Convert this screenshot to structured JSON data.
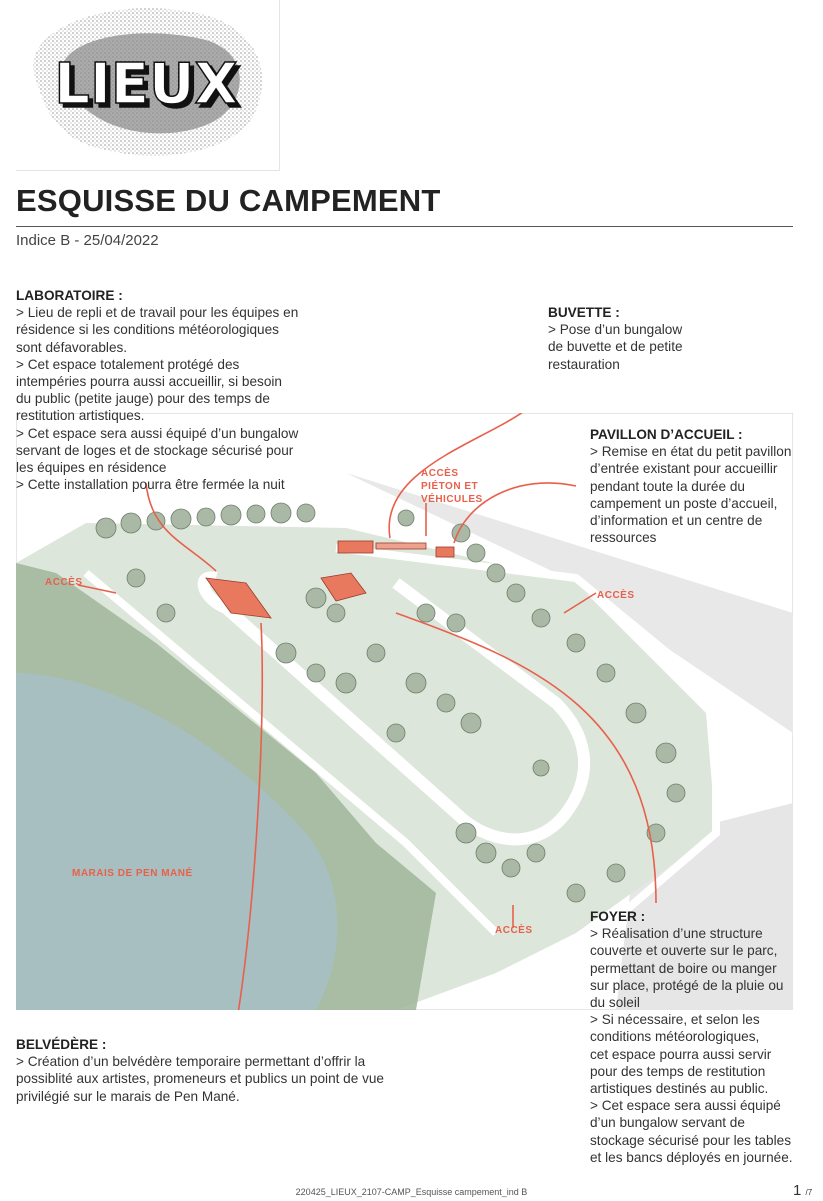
{
  "logo": {
    "text": "LIEUX"
  },
  "header": {
    "title": "ESQUISSE DU CAMPEMENT",
    "subtitle": "Indice B - 25/04/2022"
  },
  "blocks": {
    "laboratoire": {
      "title": "LABORATOIRE :",
      "lines": [
        "> Lieu de repli et de travail pour les équipes en",
        "résidence si les conditions météorologiques",
        "sont défavorables.",
        "> Cet espace totalement protégé des",
        "intempéries pourra aussi accueillir, si besoin",
        "du public (petite jauge) pour des temps de",
        "restitution artistiques.",
        "> Cet espace sera aussi équipé d’un bungalow",
        "servant de loges et de stockage sécurisé pour",
        "les équipes en résidence",
        "> Cette installation pourra être fermée la nuit"
      ]
    },
    "buvette": {
      "title": "BUVETTE :",
      "lines": [
        "> Pose d’un bungalow",
        "de buvette et de petite",
        "restauration"
      ]
    },
    "pavillon": {
      "title": "PAVILLON D’ACCUEIL :",
      "lines": [
        "> Remise en état du petit pavillon",
        "d’entrée existant pour accueillir",
        "pendant toute la durée du",
        "campement un poste d’accueil,",
        "d’information et un centre de",
        "ressources"
      ]
    },
    "foyer": {
      "title": "FOYER :",
      "lines": [
        "> Réalisation d’une structure",
        "couverte et ouverte sur le parc,",
        "permettant de boire ou manger",
        "sur place, protégé de la pluie ou",
        "du soleil",
        "> Si nécessaire, et selon les",
        "conditions météorologiques,",
        "cet espace pourra aussi servir",
        "pour des temps de restitution",
        "artistiques destinés au public.",
        "> Cet espace sera aussi équipé",
        "d’un bungalow servant de",
        "stockage sécurisé pour les tables",
        "et les bancs déployés en journée."
      ]
    },
    "belvedere": {
      "title": "BELVÉDÈRE :",
      "lines": [
        "> Création d’un belvédère temporaire permettant d’offrir la",
        "possiblité aux artistes, promeneurs et publics un point de vue",
        "privilégié sur le marais de Pen Mané."
      ]
    }
  },
  "map": {
    "labels": {
      "acces_west": "ACCÈS",
      "acces_east": "ACCÈS",
      "acces_south": "ACCÈS",
      "acces_main": [
        "ACCÈS",
        "PIÉTON ET",
        "VÉHICULES"
      ],
      "marais": "MARAIS DE PEN MANÉ"
    },
    "colors": {
      "accent": "#e8604c",
      "water": "#a8bfc1",
      "marsh": "#9fb59a",
      "park": "#dde6da",
      "path": "#ffffff",
      "grey": "#e8e8e8"
    }
  },
  "footer": {
    "filename": "220425_LIEUX_2107-CAMP_Esquisse campement_ind B",
    "page": "1",
    "total": "/7"
  }
}
